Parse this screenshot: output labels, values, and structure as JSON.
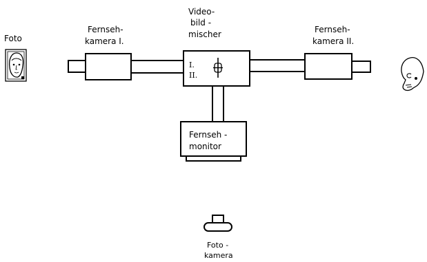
{
  "labels": {
    "foto": "Foto",
    "camera1": [
      "Fernseh-",
      "kamera  I."
    ],
    "camera2": [
      "Fernseh-",
      "kamera  II."
    ],
    "mixer": [
      "Video-",
      "bild -",
      "mischer"
    ],
    "mixer_inputs": [
      "I.",
      "II."
    ],
    "monitor": [
      "Fernseh -",
      "monitor"
    ],
    "photo_camera": [
      "Foto -",
      "kamera"
    ]
  },
  "icons": {
    "photo": "portrait-photo-icon",
    "skull": "skull-icon",
    "mixer_switch": "switch-lever-icon",
    "photo_camera": "photo-camera-icon"
  },
  "colors": {
    "ink": "#000000",
    "background": "#ffffff"
  }
}
